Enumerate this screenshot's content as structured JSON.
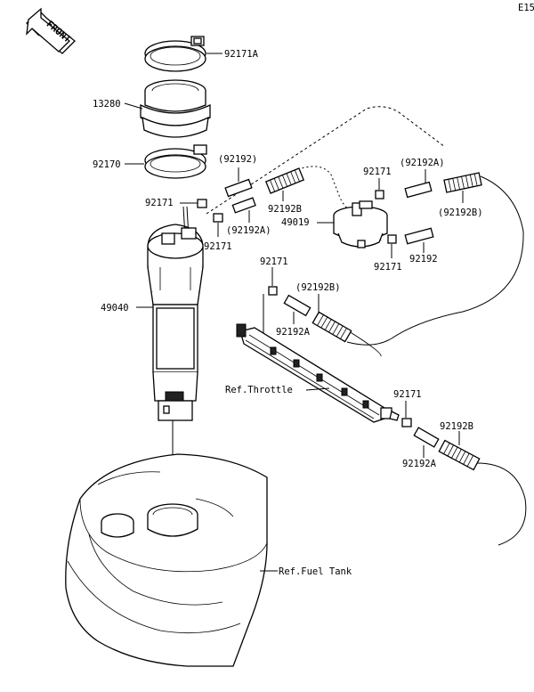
{
  "page_code": "E15",
  "front_arrow": {
    "label": "FRONT"
  },
  "callouts": {
    "c92171A": "92171A",
    "c13280": "13280",
    "c92170": "92170",
    "c92192_top": "(92192)",
    "c92171_left": "92171",
    "c92192B_mid": "92192B",
    "c92192A_mid": "(92192A)",
    "c92171_mid": "92171",
    "c49019": "49019",
    "c92171_filter_top": "92171",
    "c92192A_filter": "(92192A)",
    "c92192B_filter": "(92192B)",
    "c92171_filter_bot": "92171",
    "c92192_filter": "92192",
    "c49040": "49040",
    "c92171_center": "92171",
    "c92192B_center": "(92192B)",
    "c92192A_center": "92192A",
    "ref_throttle": "Ref.Throttle",
    "c92171_throttle": "92171",
    "c92192B_throttle": "92192B",
    "c92192A_throttle": "92192A",
    "ref_fuel_tank": "Ref.Fuel Tank"
  }
}
